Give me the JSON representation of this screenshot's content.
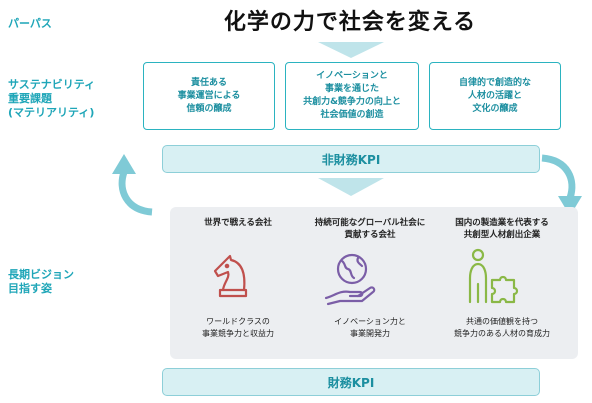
{
  "labels": {
    "purpose": "パーパス",
    "materiality_line1": "サステナビリティ",
    "materiality_line2": "重要課題",
    "materiality_line3": "(マテリアリティ)",
    "vision_line1": "長期ビジョン",
    "vision_line2": "目指す姿"
  },
  "purpose_text": "化学の力で社会を変える",
  "materiality": [
    {
      "lines": [
        "責任ある",
        "事業運営による",
        "信頼の醸成"
      ]
    },
    {
      "lines": [
        "イノベーションと",
        "事業を通じた",
        "共創力&競争力の向上と",
        "社会価値の創造"
      ]
    },
    {
      "lines": [
        "自律的で創造的な",
        "人材の活躍と",
        "文化の醸成"
      ]
    }
  ],
  "non_financial_kpi": "非財務KPI",
  "vision": [
    {
      "head": [
        "世界で戦える会社"
      ],
      "foot": [
        "ワールドクラスの",
        "事業競争力と収益力"
      ],
      "icon": "chess-knight-icon"
    },
    {
      "head": [
        "持続可能なグローバル社会に",
        "貢献する会社"
      ],
      "foot": [
        "イノベーション力と",
        "事業開発力"
      ],
      "icon": "globe-in-hand-icon"
    },
    {
      "head": [
        "国内の製造業を代表する",
        "共創型人材創出企業"
      ],
      "foot": [
        "共通の価値観を持つ",
        "競争力のある人材の育成力"
      ],
      "icon": "person-puzzle-icon"
    }
  ],
  "financial_kpi": "財務KPI",
  "colors": {
    "accent": "#1fa6b8",
    "box_border": "#2bb3c0",
    "bar_fill": "#d8f0f3",
    "arrow": "#bfe4ea",
    "cycle_arrow": "#7fcad6",
    "icon_red": "#c0504d",
    "icon_purple": "#7b5ea7",
    "icon_green": "#8ab846"
  }
}
